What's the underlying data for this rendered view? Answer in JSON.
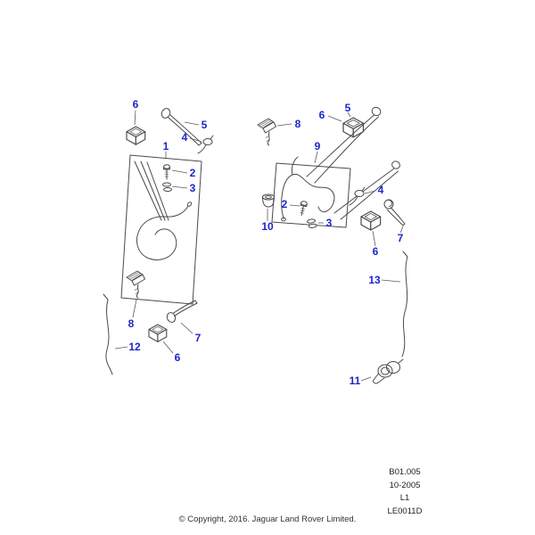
{
  "diagram": {
    "callout_color": "#1b27c8",
    "line_color": "#4a4a4a",
    "callouts": [
      {
        "ref": "6",
        "points_to": "clip-left-top"
      },
      {
        "ref": "5",
        "points_to": "cable-tie-left-top"
      },
      {
        "ref": "4",
        "points_to": "washer-nozzle-left"
      },
      {
        "ref": "1",
        "points_to": "tube-assembly-box-left"
      },
      {
        "ref": "2",
        "points_to": "screw-left"
      },
      {
        "ref": "3",
        "points_to": "washers-left"
      },
      {
        "ref": "8",
        "points_to": "washer-jet-left"
      },
      {
        "ref": "12",
        "points_to": "tube-left"
      },
      {
        "ref": "7",
        "points_to": "cable-tie-left-bottom"
      },
      {
        "ref": "6",
        "points_to": "clip-left-bottom"
      },
      {
        "ref": "8",
        "points_to": "washer-jet-right"
      },
      {
        "ref": "6",
        "points_to": "clip-right-top"
      },
      {
        "ref": "5",
        "points_to": "cable-tie-right-top"
      },
      {
        "ref": "9",
        "points_to": "tube-assembly-box-right"
      },
      {
        "ref": "2",
        "points_to": "screw-right"
      },
      {
        "ref": "10",
        "points_to": "grommet-right"
      },
      {
        "ref": "3",
        "points_to": "washers-right"
      },
      {
        "ref": "4",
        "points_to": "washer-nozzle-right"
      },
      {
        "ref": "6",
        "points_to": "clip-right-bottom"
      },
      {
        "ref": "7",
        "points_to": "cable-tie-right-bottom"
      },
      {
        "ref": "13",
        "points_to": "tube-right"
      },
      {
        "ref": "11",
        "points_to": "hose-clip"
      }
    ],
    "footer": {
      "figure_ref": "B01.005",
      "date_code": "10-2005",
      "sheet": "L1",
      "drawing_no": "LE0011D"
    },
    "copyright": "© Copyright, 2016. Jaguar Land Rover Limited."
  }
}
